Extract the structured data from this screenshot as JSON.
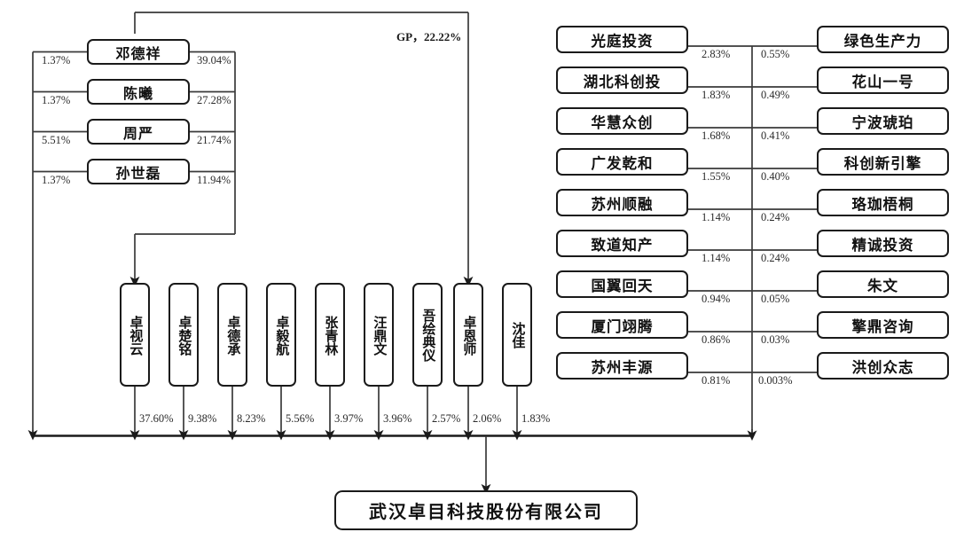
{
  "diagram": {
    "title_company": "武汉卓目科技股份有限公司",
    "gp_label": "GP，22.22%",
    "founders": [
      {
        "name": "邓德祥",
        "left_pct": "1.37%",
        "right_pct": "39.04%"
      },
      {
        "name": "陈曦",
        "left_pct": "1.37%",
        "right_pct": "27.28%"
      },
      {
        "name": "周严",
        "left_pct": "5.51%",
        "right_pct": "21.74%"
      },
      {
        "name": "孙世磊",
        "left_pct": "1.37%",
        "right_pct": "11.94%"
      }
    ],
    "entities": [
      {
        "name": "卓视云",
        "pct": "37.60%"
      },
      {
        "name": "卓楚铭",
        "pct": "9.38%"
      },
      {
        "name": "卓德承",
        "pct": "8.23%"
      },
      {
        "name": "卓毅航",
        "pct": "5.56%"
      },
      {
        "name": "张青林",
        "pct": "3.97%"
      },
      {
        "name": "汪鼎文",
        "pct": "3.96%"
      },
      {
        "name": "吾绘典仪",
        "pct": "2.57%"
      },
      {
        "name": "卓恩师",
        "pct": "2.06%"
      },
      {
        "name": "沈佳",
        "pct": "1.83%"
      }
    ],
    "investors_left": [
      {
        "name": "光庭投资",
        "pct": "2.83%"
      },
      {
        "name": "湖北科创投",
        "pct": "1.83%"
      },
      {
        "name": "华慧众创",
        "pct": "1.68%"
      },
      {
        "name": "广发乾和",
        "pct": "1.55%"
      },
      {
        "name": "苏州顺融",
        "pct": "1.14%"
      },
      {
        "name": "致道知产",
        "pct": "1.14%"
      },
      {
        "name": "国翼回天",
        "pct": "0.94%"
      },
      {
        "name": "厦门翊腾",
        "pct": "0.86%"
      },
      {
        "name": "苏州丰源",
        "pct": "0.81%"
      }
    ],
    "investors_right": [
      {
        "name": "绿色生产力",
        "pct": "0.55%"
      },
      {
        "name": "花山一号",
        "pct": "0.49%"
      },
      {
        "name": "宁波琥珀",
        "pct": "0.41%"
      },
      {
        "name": "科创新引擎",
        "pct": "0.40%"
      },
      {
        "name": "珞珈梧桐",
        "pct": "0.24%"
      },
      {
        "name": "精诚投资",
        "pct": "0.24%"
      },
      {
        "name": "朱文",
        "pct": "0.05%"
      },
      {
        "name": "擎鼎咨询",
        "pct": "0.03%"
      },
      {
        "name": "洪创众志",
        "pct": "0.003%"
      }
    ],
    "colors": {
      "stroke": "#1a1a1a",
      "wire": "#3a3a3a",
      "background": "#ffffff",
      "text": "#111111"
    }
  }
}
